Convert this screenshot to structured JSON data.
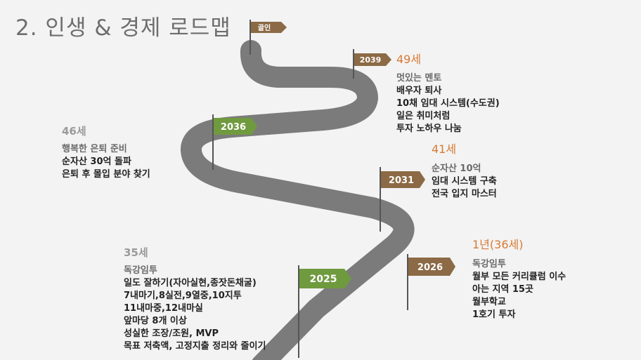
{
  "title": "2. 인생 & 경제 로드맵",
  "colors": {
    "road": "#7b7b7b",
    "brown": "#8b6a45",
    "green": "#6f9a3e",
    "orange": "#d77a32",
    "pole": "#555"
  },
  "flags": [
    {
      "id": "goal",
      "label": "골인",
      "color": "brown"
    },
    {
      "id": "2039",
      "label": "2039",
      "color": "brown"
    },
    {
      "id": "2036",
      "label": "2036",
      "color": "green"
    },
    {
      "id": "2031",
      "label": "2031",
      "color": "brown"
    },
    {
      "id": "2026",
      "label": "2026",
      "color": "brown"
    },
    {
      "id": "2025",
      "label": "2025",
      "color": "green"
    }
  ],
  "milestones": {
    "m2039": {
      "age": "49세",
      "lines": [
        "멋있는 멘토",
        "배우자 퇴사",
        "10채 임대 시스템(수도권)",
        "일은 취미처럼",
        "투자 노하우 나눔"
      ]
    },
    "m2036": {
      "age": "46세",
      "lines": [
        "행복한 은퇴 준비",
        "순자산 30억 돌파",
        "은퇴 후 몰입 분야 찾기"
      ]
    },
    "m2031": {
      "age": "41세",
      "lines": [
        "순자산 10억",
        "임대 시스템 구축",
        "전국 입지 마스터"
      ]
    },
    "m2026": {
      "age": "1년(36세)",
      "lines": [
        "독강임투",
        "월부 모든 커리큘럼 이수",
        "아는 지역 15곳",
        "월부학교",
        "1호기 투자"
      ]
    },
    "m2025": {
      "age": "35세",
      "lines": [
        "독강임투",
        "일도 잘하기(자아실현,종잣돈채굴)",
        "7내마기,8실전,9열중,10지투",
        "11내마중,12내마실",
        "앞마당 8개 이상",
        "성실한 조장/조원, MVP",
        "목표 저축액, 고정지출 정리와 줄이기"
      ]
    }
  }
}
